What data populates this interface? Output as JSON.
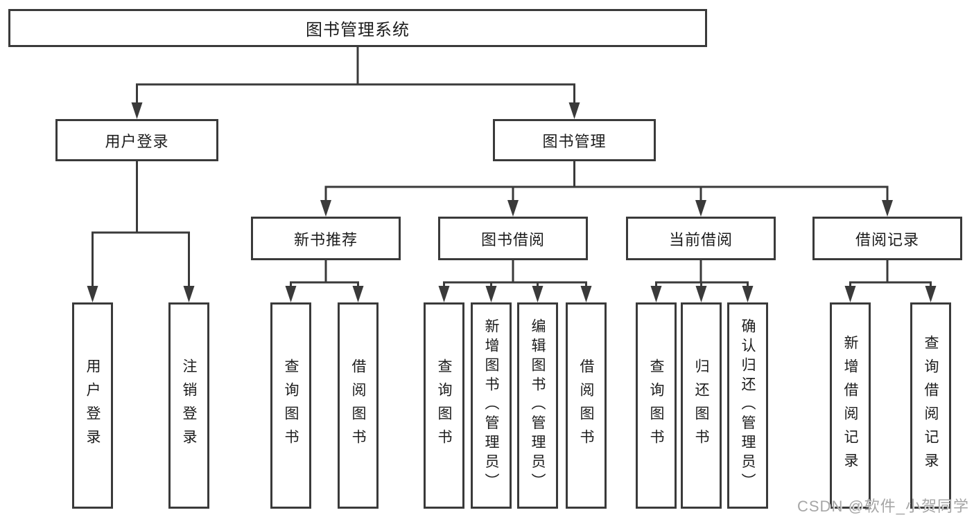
{
  "diagram": {
    "title": "图书管理系统",
    "nodes": {
      "root": "图书管理系统",
      "l2": [
        "用户登录",
        "图书管理"
      ],
      "l3": [
        "新书推荐",
        "图书借阅",
        "当前借阅",
        "借阅记录"
      ],
      "leaves_login": [
        "用户登录",
        "注销登录"
      ],
      "leaves_recommend": [
        "查询图书",
        "借阅图书"
      ],
      "leaves_borrow": [
        "查询图书",
        "新增图书（管理员）",
        "编辑图书（管理员）",
        "借阅图书"
      ],
      "leaves_current": [
        "查询图书",
        "归还图书",
        "确认归还（管理员）"
      ],
      "leaves_records": [
        "新增借阅记录",
        "查询借阅记录"
      ]
    },
    "colors": {
      "line": "#3a3a3a",
      "box_border": "#3a3a3a",
      "box_fill": "#ffffff",
      "text": "#1c1c1c",
      "watermark": "#a6a6a6"
    }
  },
  "watermark": "CSDN @软件_小贺同学"
}
